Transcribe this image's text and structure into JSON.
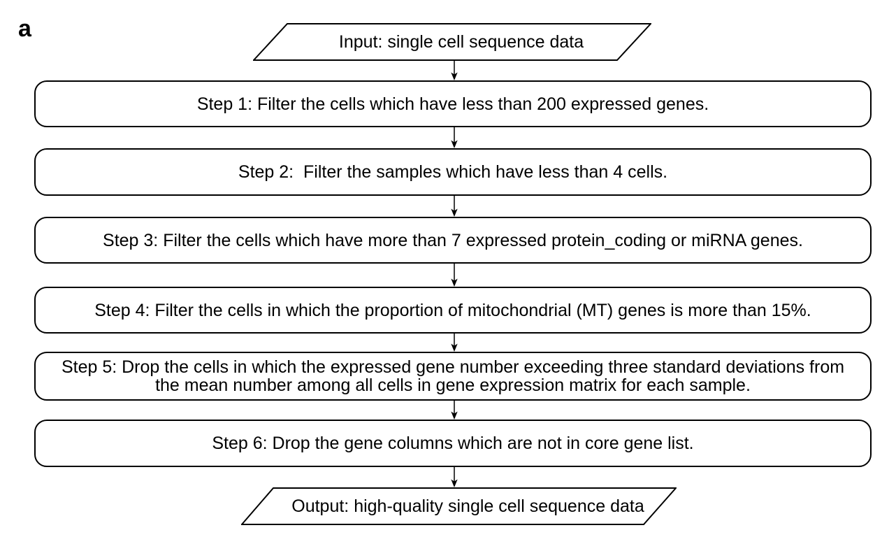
{
  "figure": {
    "panel_label": "a",
    "background_color": "#ffffff",
    "stroke_color": "#000000"
  },
  "flowchart": {
    "type": "flowchart",
    "input": {
      "shape": "parallelogram",
      "text": "Input: single cell sequence data"
    },
    "steps": [
      {
        "shape": "rounded-rectangle",
        "text": "Step 1: Filter the cells which have less than 200 expressed genes."
      },
      {
        "shape": "rounded-rectangle",
        "text": "Step 2:  Filter the samples which have less than 4 cells."
      },
      {
        "shape": "rounded-rectangle",
        "text": "Step 3: Filter the cells which have more than 7 expressed protein_coding or miRNA genes."
      },
      {
        "shape": "rounded-rectangle",
        "text": "Step 4: Filter the cells in which the proportion of mitochondrial (MT) genes is more than 15%."
      },
      {
        "shape": "rounded-rectangle",
        "text": "Step 5: Drop the cells in which the expressed gene number exceeding three standard deviations from the mean number among all cells in gene expression matrix for each sample."
      },
      {
        "shape": "rounded-rectangle",
        "text": "Step 6: Drop the gene columns which are not in core gene list."
      }
    ],
    "output": {
      "shape": "parallelogram",
      "text": "Output: high-quality single cell sequence data"
    }
  }
}
